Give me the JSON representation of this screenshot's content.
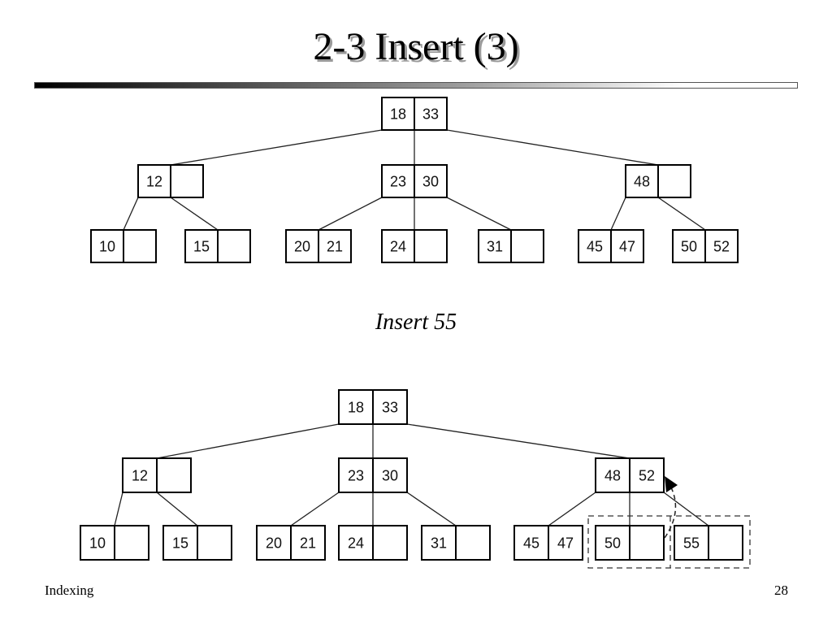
{
  "slide": {
    "title": "2-3 Insert (3)",
    "caption": "Insert 55",
    "footer_left": "Indexing",
    "page_number": "28"
  },
  "tree_before": {
    "root": [
      "18",
      "33"
    ],
    "level1": [
      [
        "12",
        ""
      ],
      [
        "23",
        "30"
      ],
      [
        "48",
        ""
      ]
    ],
    "leaves": [
      [
        "10",
        ""
      ],
      [
        "15",
        ""
      ],
      [
        "20",
        "21"
      ],
      [
        "24",
        ""
      ],
      [
        "31",
        ""
      ],
      [
        "45",
        "47"
      ],
      [
        "50",
        "52"
      ]
    ]
  },
  "tree_after": {
    "root": [
      "18",
      "33"
    ],
    "level1": [
      [
        "12",
        ""
      ],
      [
        "23",
        "30"
      ],
      [
        "48",
        "52"
      ]
    ],
    "leaves": [
      [
        "10",
        ""
      ],
      [
        "15",
        ""
      ],
      [
        "20",
        "21"
      ],
      [
        "24",
        ""
      ],
      [
        "31",
        ""
      ],
      [
        "45",
        "47"
      ],
      [
        "50",
        ""
      ],
      [
        "55",
        ""
      ]
    ]
  }
}
